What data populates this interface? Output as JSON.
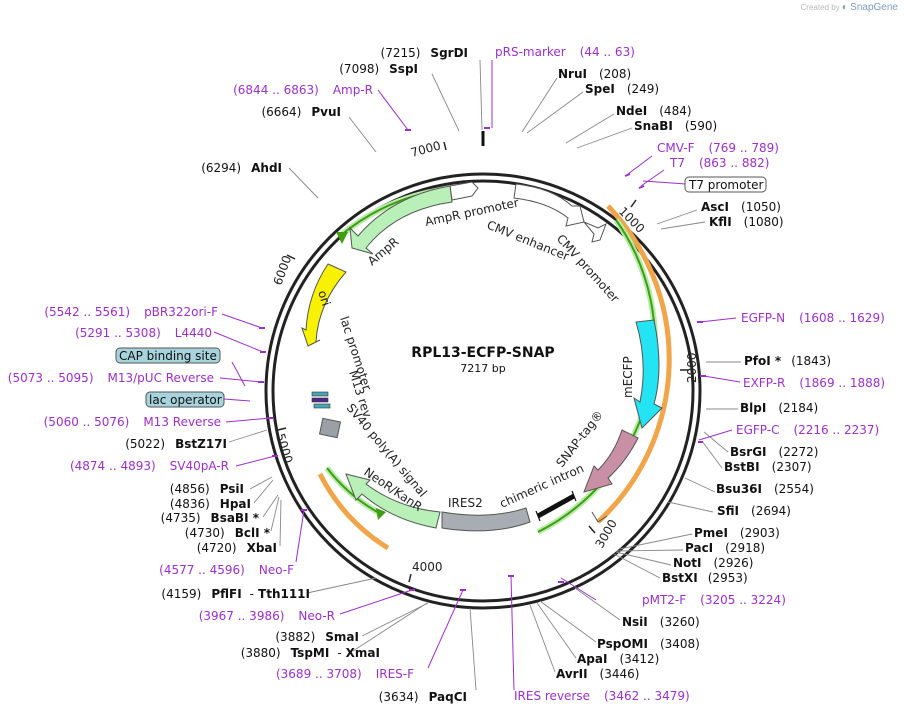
{
  "credit": {
    "prefix": "Created by",
    "brand": "SnapGene"
  },
  "plasmid": {
    "name": "RPL13-ECFP-SNAP",
    "length_label": "7217 bp",
    "length": 7217
  },
  "ticks": [
    "1000",
    "2000",
    "3000",
    "4000",
    "5000",
    "6000",
    "7000"
  ],
  "colors": {
    "enzyme": "#111111",
    "primer": "#9b30c8",
    "ring": "#222222",
    "orf": "#f0a54a",
    "arrow_green": "#3f9e10",
    "ori": "#f8f200",
    "mecfp": "#22e4f2",
    "snap": "#c98fa5",
    "ires": "#a8adb3",
    "neo": "#b8f0b8",
    "ampr": "#b8f0b8",
    "box_blue": "#a6d3dc"
  },
  "features": {
    "ampr_promoter": "AmpR promoter",
    "ampr": "AmpR",
    "cmv_enhancer": "CMV enhancer",
    "cmv_promoter": "CMV promoter",
    "ori": "ori",
    "lac_promoter": "lac promoter",
    "m13_rev": "M13 rev",
    "sv40_polya": "SV40 poly(A) signal",
    "neokanr": "NeoR/KanR",
    "ires2": "IRES2",
    "chimeric_intron": "chimeric intron",
    "snap_tag": "SNAP-tag®",
    "mecfp": "mECFP"
  },
  "boxed": {
    "t7_promoter": "T7 promoter",
    "cap_binding_site": "CAP binding site",
    "lac_operator": "lac operator"
  },
  "right_labels": [
    {
      "pos": "(208)",
      "name": "NruI",
      "pos_first": false
    },
    {
      "pos": "(249)",
      "name": "SpeI",
      "pos_first": false
    },
    {
      "pos": "(484)",
      "name": "NdeI",
      "pos_first": false
    },
    {
      "pos": "(590)",
      "name": "SnaBI",
      "pos_first": false
    },
    {
      "pos": "(1050)",
      "name": "AscI",
      "pos_first": false
    },
    {
      "pos": "(1080)",
      "name": "KflI",
      "pos_first": false
    },
    {
      "pos": "(1843)",
      "name": "PfoI *",
      "pos_first": false
    },
    {
      "pos": "(2184)",
      "name": "BlpI",
      "pos_first": false
    },
    {
      "pos": "(2272)",
      "name": "BsrGI",
      "pos_first": false
    },
    {
      "pos": "(2307)",
      "name": "BstBI",
      "pos_first": false
    },
    {
      "pos": "(2554)",
      "name": "Bsu36I",
      "pos_first": false
    },
    {
      "pos": "(2694)",
      "name": "SfiI",
      "pos_first": false
    },
    {
      "pos": "(2903)",
      "name": "PmeI",
      "pos_first": false
    },
    {
      "pos": "(2918)",
      "name": "PacI",
      "pos_first": false
    },
    {
      "pos": "(2926)",
      "name": "NotI",
      "pos_first": false
    },
    {
      "pos": "(2953)",
      "name": "BstXI",
      "pos_first": false
    },
    {
      "pos": "(3260)",
      "name": "NsiI",
      "pos_first": false
    },
    {
      "pos": "(3408)",
      "name": "PspOMI",
      "pos_first": false
    },
    {
      "pos": "(3412)",
      "name": "ApaI",
      "pos_first": false
    },
    {
      "pos": "(3446)",
      "name": "AvrII",
      "pos_first": false
    }
  ],
  "left_labels": [
    {
      "pos": "(7215)",
      "name": "SgrDI"
    },
    {
      "pos": "(7098)",
      "name": "SspI"
    },
    {
      "pos": "(6664)",
      "name": "PvuI"
    },
    {
      "pos": "(6294)",
      "name": "AhdI"
    },
    {
      "pos": "(5022)",
      "name": "BstZ17I"
    },
    {
      "pos": "(4856)",
      "name": "PsiI"
    },
    {
      "pos": "(4836)",
      "name": "HpaI"
    },
    {
      "pos": "(4735)",
      "name": "BsaBI *"
    },
    {
      "pos": "(4730)",
      "name": "BclI *"
    },
    {
      "pos": "(4720)",
      "name": "XbaI"
    },
    {
      "pos": "(4159)",
      "name": "PflFI",
      "name2": "Tth111I"
    },
    {
      "pos": "(3882)",
      "name": "SmaI"
    },
    {
      "pos": "(3880)",
      "name": "TspMI",
      "name2": "XmaI"
    },
    {
      "pos": "(3634)",
      "name": "PaqCI"
    }
  ],
  "primers": [
    {
      "name": "pRS-marker",
      "range": "(44 .. 63)"
    },
    {
      "name": "CMV-F",
      "range": "(769 .. 789)"
    },
    {
      "name": "T7",
      "range": "(863 .. 882)"
    },
    {
      "name": "EGFP-N",
      "range": "(1608 .. 1629)"
    },
    {
      "name": "EXFP-R",
      "range": "(1869 .. 1888)"
    },
    {
      "name": "EGFP-C",
      "range": "(2216 .. 2237)"
    },
    {
      "name": "pMT2-F",
      "range": "(3205 .. 3224)"
    },
    {
      "name": "IRES reverse",
      "range": "(3462 .. 3479)"
    },
    {
      "name": "IRES-F",
      "range": "(3689 .. 3708)"
    },
    {
      "name": "Neo-R",
      "range": "(3967 .. 3986)"
    },
    {
      "name": "Neo-F",
      "range": "(4577 .. 4596)"
    },
    {
      "name": "SV40pA-R",
      "range": "(4874 .. 4893)"
    },
    {
      "name": "M13 Reverse",
      "range": "(5060 .. 5076)"
    },
    {
      "name": "M13/pUC Reverse",
      "range": "(5073 .. 5095)"
    },
    {
      "name": "L4440",
      "range": "(5291 .. 5308)"
    },
    {
      "name": "pBR322ori-F",
      "range": "(5542 .. 5561)"
    },
    {
      "name": "Amp-R",
      "range": "(6844 .. 6863)"
    }
  ]
}
